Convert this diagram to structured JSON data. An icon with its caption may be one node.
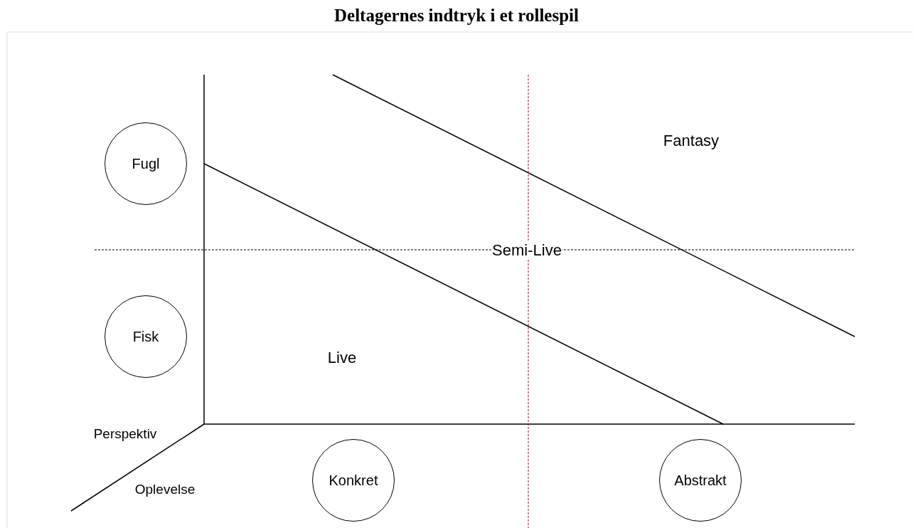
{
  "diagram": {
    "title": "Deltagernes indtryk i et rollespil",
    "nodes": [
      {
        "text": [
          "Fugl"
        ]
      },
      {
        "text": [
          "Fisk"
        ]
      },
      {
        "text": [
          "Konkret"
        ]
      },
      {
        "text": [
          "Abstrakt"
        ]
      }
    ],
    "labels": [
      "Fantasy",
      "Semi-Live",
      "Live",
      "Perspektiv",
      "Oplevelse"
    ]
  }
}
